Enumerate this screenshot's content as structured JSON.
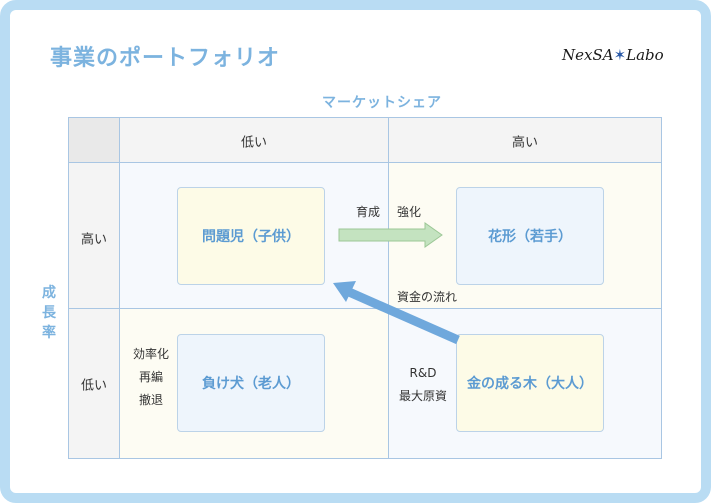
{
  "title": "事業のポートフォリオ",
  "logo": {
    "part1": "NexSA",
    "part2": "Labo"
  },
  "axis": {
    "x_label": "マーケットシェア",
    "y_label": [
      "成",
      "長",
      "率"
    ],
    "low": "低い",
    "high": "高い"
  },
  "quadrants": {
    "question_mark": "問題児（子供）",
    "star": "花形（若手）",
    "dog": "負け犬（老人）",
    "cash_cow": "金の成る木（大人）"
  },
  "notes": {
    "grow": "育成",
    "strengthen": "強化",
    "cash_flow": "資金の流れ",
    "dog_actions": [
      "効率化",
      "再編",
      "撤退"
    ],
    "cow_actions": [
      "R&D",
      "最大原資"
    ]
  },
  "colors": {
    "frame": "#b9dcf3",
    "accent": "#7cb3df",
    "box_text": "#5c9bd2",
    "green_arrow": "#c4e3c0",
    "blue_arrow": "#6fa8dc"
  }
}
